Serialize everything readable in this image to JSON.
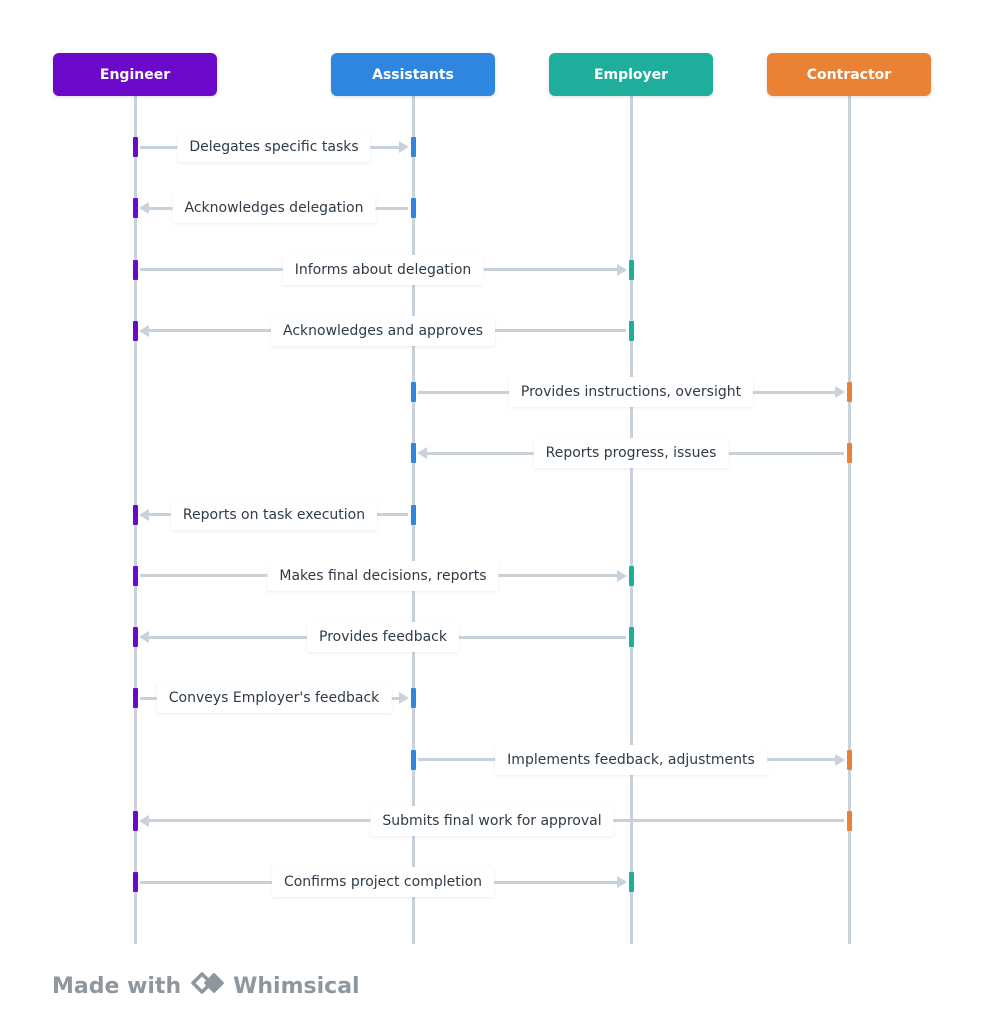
{
  "actors": [
    {
      "id": "engineer",
      "label": "Engineer",
      "color": "#6b0ac9"
    },
    {
      "id": "assistants",
      "label": "Assistants",
      "color": "#2e86de"
    },
    {
      "id": "employer",
      "label": "Employer",
      "color": "#1fae9b"
    },
    {
      "id": "contractor",
      "label": "Contractor",
      "color": "#ea8235"
    }
  ],
  "messages": [
    {
      "from": "engineer",
      "to": "assistants",
      "label": "Delegates specific tasks"
    },
    {
      "from": "assistants",
      "to": "engineer",
      "label": "Acknowledges delegation"
    },
    {
      "from": "engineer",
      "to": "employer",
      "label": "Informs about delegation"
    },
    {
      "from": "employer",
      "to": "engineer",
      "label": "Acknowledges and approves"
    },
    {
      "from": "assistants",
      "to": "contractor",
      "label": "Provides instructions, oversight"
    },
    {
      "from": "contractor",
      "to": "assistants",
      "label": "Reports progress, issues"
    },
    {
      "from": "assistants",
      "to": "engineer",
      "label": "Reports on task execution"
    },
    {
      "from": "engineer",
      "to": "employer",
      "label": "Makes final decisions, reports"
    },
    {
      "from": "employer",
      "to": "engineer",
      "label": "Provides feedback"
    },
    {
      "from": "engineer",
      "to": "assistants",
      "label": "Conveys Employer's feedback"
    },
    {
      "from": "assistants",
      "to": "contractor",
      "label": "Implements feedback, adjustments"
    },
    {
      "from": "contractor",
      "to": "engineer",
      "label": "Submits final work for approval"
    },
    {
      "from": "engineer",
      "to": "employer",
      "label": "Confirms project completion"
    }
  ],
  "footer": {
    "made_with": "Made with",
    "brand": "Whimsical",
    "logo_icon": "whimsical-logo-icon"
  }
}
